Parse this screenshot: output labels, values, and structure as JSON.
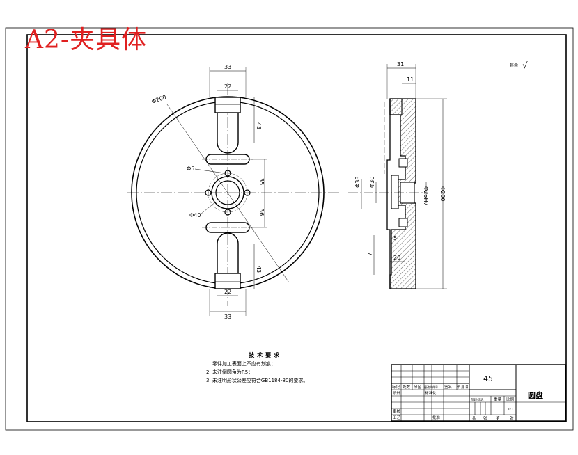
{
  "drawing": {
    "title": "A2-夹具体",
    "roughness_note": "其余",
    "roughness_symbol": "√",
    "tech_requirements": {
      "heading": "技术要求",
      "items": [
        "1. 零件加工表面上不应有划痕；",
        "2. 未注倒圆角为R5；",
        "3. 未注明形状公差应符合GB1184-80的要求。"
      ]
    },
    "front_view_dims": {
      "top_width": "33",
      "top_slot": "22",
      "top_height": "43",
      "diameter": "Φ200",
      "hole": "Φ5",
      "center_bore": "Φ40",
      "upper_gap": "35",
      "lower_gap": "36",
      "bottom_slot": "22",
      "bottom_width": "33",
      "bottom_height": "43"
    },
    "section_view_dims": {
      "width": "31",
      "step": "11",
      "d1": "Φ38",
      "d2": "Φ30",
      "bore": "Φ25H7",
      "outer": "Φ200",
      "small": "5",
      "rib": "20",
      "side": "7"
    },
    "title_block": {
      "material": "45",
      "part_name": "圆盘",
      "scale": "1:1",
      "marks_row": [
        "标记",
        "处数",
        "分区",
        "更改文件号",
        "签名",
        "年 月 日"
      ],
      "role_design": "设计",
      "role_standard": "标准化",
      "role_review": "审核",
      "role_process": "工艺",
      "role_approve": "批准",
      "stage_row": [
        "阶段标记",
        "重量",
        "比例"
      ],
      "sheet_row": [
        "共",
        "张",
        "第",
        "张"
      ]
    }
  }
}
